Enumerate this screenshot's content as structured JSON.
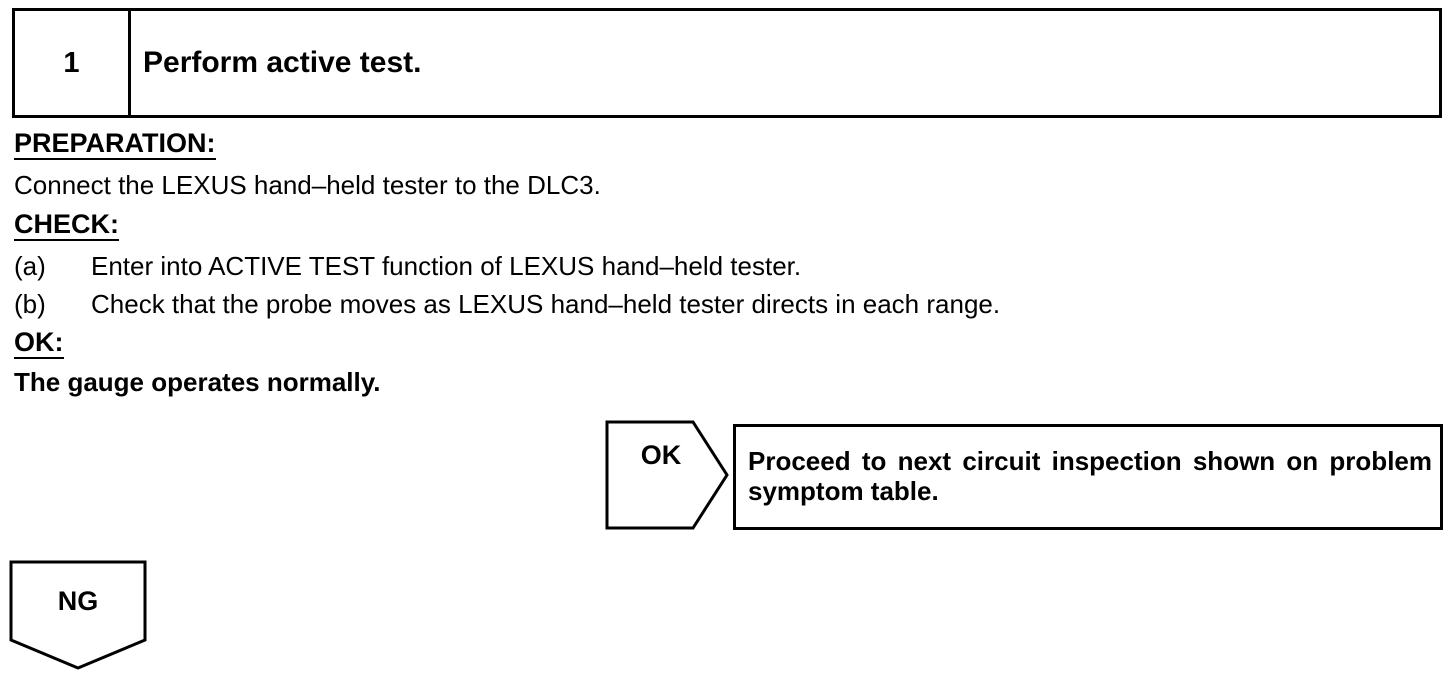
{
  "step": {
    "number": "1",
    "title": "Perform active test."
  },
  "preparation": {
    "heading": "PREPARATION:",
    "text": "Connect the LEXUS hand–held tester to the DLC3."
  },
  "check": {
    "heading": "CHECK:",
    "items": [
      {
        "letter": "(a)",
        "text": "Enter into ACTIVE TEST function of LEXUS hand–held tester."
      },
      {
        "letter": "(b)",
        "text": "Check that the probe moves as LEXUS hand–held tester directs in each range."
      }
    ]
  },
  "ok": {
    "heading": "OK:",
    "text": "The gauge operates normally."
  },
  "flow": {
    "ok_label": "OK",
    "ok_result": "Proceed to next circuit inspection shown on problem symptom table.",
    "ng_label": "NG"
  }
}
